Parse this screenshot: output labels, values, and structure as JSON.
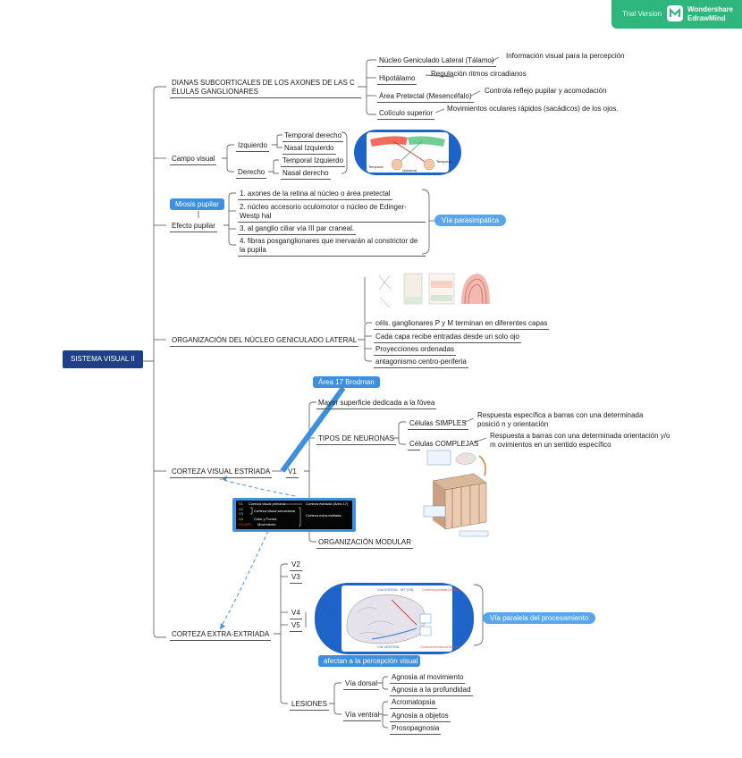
{
  "branding": {
    "trial": "Trial Version",
    "name1": "Wondershare",
    "name2": "EdrawMind",
    "color": "#2eb67d"
  },
  "root": {
    "label": "SISTEMA VISUAL II",
    "color": "#1f3f8a"
  },
  "dianas": {
    "label": "DIANAS SUBCORTICALES DE LOS AXONES DE LAS C ÉLULAS GANGLIONARES",
    "items": [
      {
        "label": "Núcleo Geniculado Lateral (Tálamo)",
        "detail": "Información visual para la percepción"
      },
      {
        "label": "Hipotálamo",
        "detail": "Regulación ritmos circadianos"
      },
      {
        "label": "Área Pretectal (Mesencéfalo)",
        "detail": "Controla reflejo pupilar y acomodación"
      },
      {
        "label": "Colículo superior",
        "detail": "Movimientos oculares rápidos (sacádicos) de los ojos."
      }
    ]
  },
  "campo": {
    "label": "Campo visual",
    "izquierdo": {
      "label": "Izquierdo",
      "items": [
        "Temporal derecho",
        "Nasal Izquierdo"
      ]
    },
    "derecho": {
      "label": "Derecho",
      "items": [
        "Temporal Izquierdo",
        "Nasal derecho"
      ]
    },
    "figure": {
      "labels": [
        "Temporal",
        "Quiasma",
        "Temporal"
      ]
    }
  },
  "efecto": {
    "label": "Efecto pupilar",
    "callout": "Miosis pupilar",
    "steps": [
      "1. axones de la retina al núcleo o área pretectal",
      "2. núcleo accesorio oculomotor o núcleo de Edinger- Westp hal",
      "3. al ganglio ciliar vía III par craneal.",
      "4. fibras posganglionares que inervarán al constrictor de la pupila"
    ],
    "summary": "Vía parasimpática"
  },
  "organizacion": {
    "label": "ORGANIZACIÓN DEL NÚCLEO GENICULADO LATERAL",
    "items": [
      "céls. ganglionares P y M terminan en diferentes capas",
      "Cada capa recibe entradas desde un solo ojo",
      "Proyecciones ordenadas",
      "antagonismo centro-periferia"
    ]
  },
  "corteza": {
    "label": "CORTEZA VISUAL ESTRIADA",
    "v1": "V1",
    "callout": "Área 17 Brodman",
    "superficie": "Mayor superficie dedicada a la fóvea",
    "tipos": {
      "label": "TIPOS DE NEURONAS",
      "items": [
        {
          "label": "Células SIMPLES",
          "detail": "Respuesta específica a barras con una determinada posició n y orientación"
        },
        {
          "label": "Células COMPLEJAS",
          "detail": "Respuesta a barras con una determinada orientación y/o m ovimientos en un sentido específico"
        }
      ]
    },
    "modular": "ORGANIZACIÓN MODULAR"
  },
  "legend": {
    "rows": [
      {
        "code": "V1",
        "text": "Corteza visual primaria",
        "right": "Corteza estriada (Área 17)",
        "color": "#ffd23a"
      },
      {
        "code": "V2",
        "text": "",
        "right": "",
        "color": "#9ad0ff"
      },
      {
        "code": "V3",
        "text": "Corteza visual secundaria",
        "right": "",
        "color": "#9ad0ff"
      },
      {
        "code": "V4",
        "text": "Color y Forma",
        "right": "Corteza extra-estriada",
        "color": "#ffd23a"
      },
      {
        "code": "V5 (MT)",
        "text": "Movimiento",
        "right": "",
        "color": "#ff4040"
      }
    ]
  },
  "extra": {
    "label": "CORTEZA EXTRA-EXTRIADA",
    "areas": [
      "V2",
      "V3",
      "V4",
      "V5"
    ],
    "summary": "Vía paralela del procesamiento",
    "callout": "afectan a la percepción visual",
    "figure": {
      "labels": [
        "Vía DORSAL",
        "MT (V5)",
        "Corteza parietal posterior",
        "Vía VENTRAL",
        "Corteza temporal inferior"
      ]
    }
  },
  "lesiones": {
    "label": "LESIONES",
    "dorsal": {
      "label": "Vía dorsal",
      "items": [
        "Agnosia al movimiento",
        "Agnosia a la profundidad"
      ]
    },
    "ventral": {
      "label": "Vía ventral",
      "items": [
        "Acromatopsia",
        "Agnosia a objetos",
        "Prosopagnosia"
      ]
    }
  }
}
